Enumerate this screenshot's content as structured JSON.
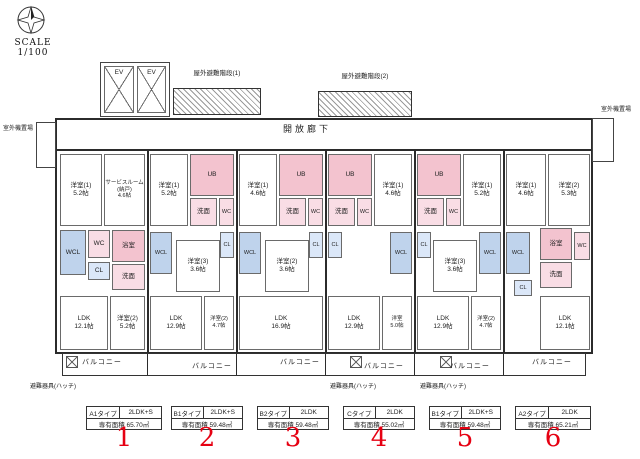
{
  "site": {
    "scale": "SCALE 1/100",
    "corridor": "開放廊下",
    "stairs1": "屋外避難階段(1)",
    "stairs2": "屋外避難階段(2)",
    "ev1": "EV",
    "ev2": "EV",
    "outdoor_left": "室外機置場",
    "outdoor_right": "室外機置場",
    "hatch_note1": "避難器具(ハッチ)",
    "hatch_note2": "避難器具(ハッチ)",
    "hatch_note3": "避難器具(ハッチ)"
  },
  "balconies": [
    "バルコニー",
    "バルコニー",
    "バルコニー",
    "バルコニー",
    "バルコニー",
    "バルコニー"
  ],
  "colors": {
    "accent_red": "#e60012",
    "fixture_pink": "#f3c3cf",
    "fixture_pink_light": "#f9dde5",
    "closet_blue": "#bfd3ec",
    "closet_blue_light": "#dbe7f8",
    "wall": "#2b2b2b"
  },
  "units": [
    {
      "no": "1",
      "type": "A1タイプ",
      "plan": "2LDK+S",
      "area": "専有面積 65.70㎡",
      "rooms": {
        "bed1": "洋室(1)\n5.2帖",
        "service": "サービスルーム\n(納戸)\n4.6帖",
        "bath": "浴室",
        "wash": "洗面",
        "wc": "WC",
        "wcl": "WCL",
        "cl": "CL",
        "ldk": "LDK\n12.1帖",
        "bed2": "洋室(2)\n5.2帖"
      }
    },
    {
      "no": "2",
      "type": "B1タイプ",
      "plan": "2LDK+S",
      "area": "専有面積 59.48㎡",
      "rooms": {
        "bed1": "洋室(1)\n5.2帖",
        "ub": "UB",
        "wash": "洗面",
        "wc": "WC",
        "wcl": "WCL",
        "cl": "CL",
        "bed3": "洋室(3)\n3.6帖",
        "ldk": "LDK\n12.9帖",
        "bed2": "洋室(2)\n4.7帖"
      }
    },
    {
      "no": "3",
      "type": "B2タイプ",
      "plan": "2LDK",
      "area": "専有面積 59.48㎡",
      "rooms": {
        "bed1": "洋室(1)\n4.6帖",
        "ub": "UB",
        "wash": "洗面",
        "wc": "WC",
        "wcl": "WCL",
        "cl": "CL",
        "bed2": "洋室(2)\n3.6帖",
        "ldk": "LDK\n16.9帖"
      }
    },
    {
      "no": "4",
      "type": "Cタイプ",
      "plan": "2LDK",
      "area": "専有面積 55.02㎡",
      "rooms": {
        "ub": "UB",
        "wash": "洗面",
        "wc": "WC",
        "bed1": "洋室(1)\n4.6帖",
        "wcl": "WCL",
        "cl": "CL",
        "ldk": "LDK\n12.9帖",
        "bed2": "洋室\n5.0帖"
      }
    },
    {
      "no": "5",
      "type": "B1タイプ",
      "plan": "2LDK+S",
      "area": "専有面積 59.48㎡",
      "rooms": {
        "ub": "UB",
        "wash": "洗面",
        "wc": "WC",
        "bed1": "洋室(1)\n5.2帖",
        "wcl": "WCL",
        "cl": "CL",
        "bed3": "洋室(3)\n3.6帖",
        "ldk": "LDK\n12.9帖",
        "bed2": "洋室(2)\n4.7帖"
      }
    },
    {
      "no": "6",
      "type": "A2タイプ",
      "plan": "2LDK",
      "area": "専有面積 65.21㎡",
      "rooms": {
        "bed1": "洋室(1)\n4.6帖",
        "bed2": "洋室(2)\n5.3帖",
        "bath": "浴室",
        "wash": "洗面",
        "wc": "WC",
        "wcl": "WCL",
        "cl": "CL",
        "ldk": "LDK\n12.1帖"
      }
    }
  ]
}
